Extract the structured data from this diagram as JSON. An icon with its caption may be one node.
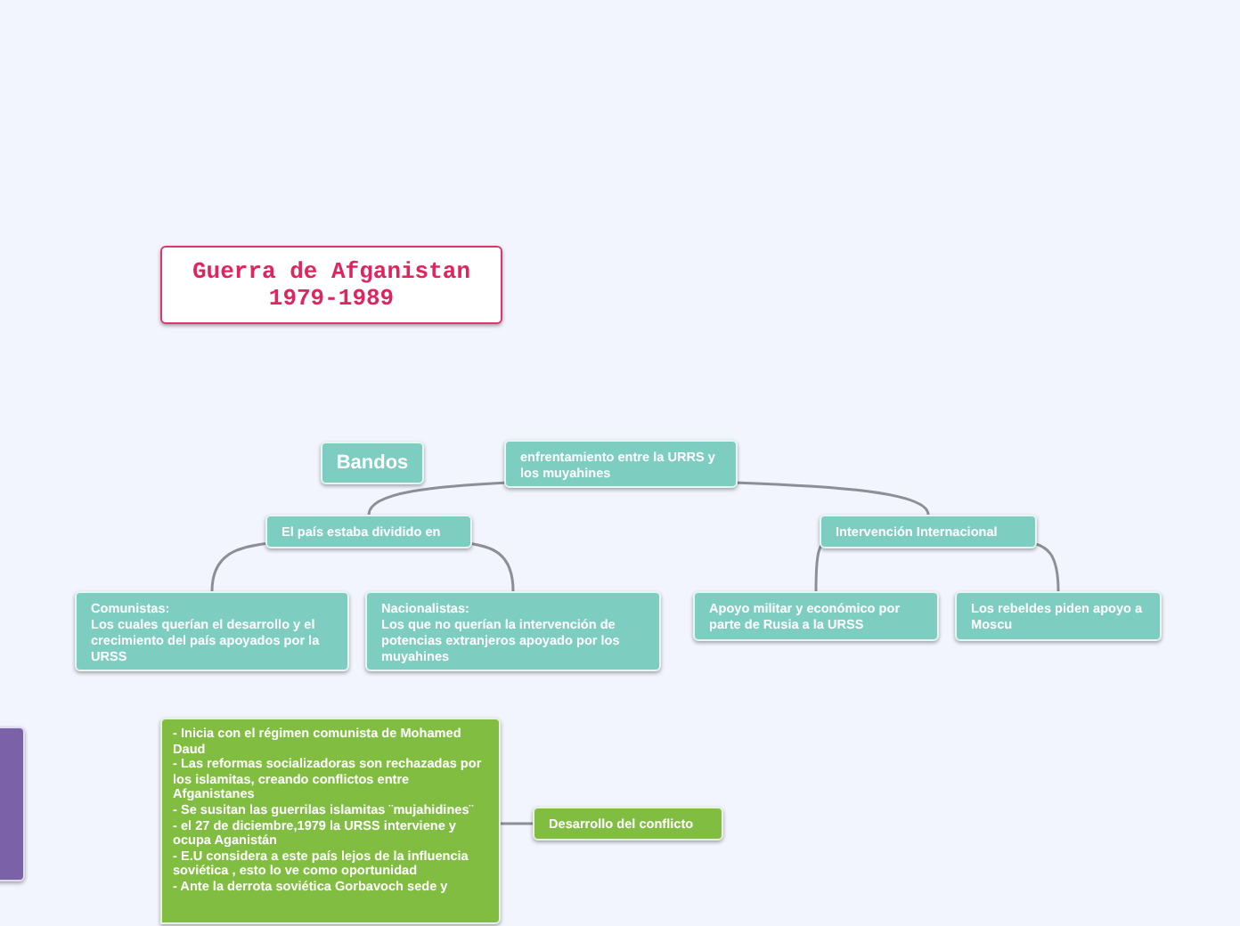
{
  "diagram": {
    "nodes": [
      {
        "text": [
          "Guerra de Afganistan 1979-1989"
        ]
      },
      {
        "text": [
          "Bandos"
        ]
      },
      {
        "text": [
          "enfrentamiento entre la URRS y los muyahines"
        ]
      },
      {
        "text": [
          "El país estaba dividido en"
        ]
      },
      {
        "text": [
          "Intervención Internacional"
        ]
      },
      {
        "text": [
          "Comunistas:",
          "Los cuales querían el desarrollo y el crecimiento del país apoyados por la URSS"
        ]
      },
      {
        "text": [
          "Nacionalistas:",
          "Los que no querían la intervención de potencias extranjeros apoyado por los muyahines"
        ]
      },
      {
        "text": [
          "Apoyo militar y económico por parte de Rusia a la URSS"
        ]
      },
      {
        "text": [
          "Los rebeldes piden apoyo a Moscu"
        ]
      },
      {
        "text": [],
        "shape": "box"
      },
      {
        "text": [
          "- Inicia con el régimen comunista de Mohamed Daud",
          "- Las reformas socializadoras son rechazadas por los islamitas, creando conflictos entre Afganistanes",
          "- Se susitan las guerrilas islamitas ¨mujahidines¨",
          "- el 27 de diciembre,1979 la URSS interviene y ocupa Aganistán",
          "- E.U considera a este país lejos de la influencia soviética , esto lo ve como oportunidad",
          "- Ante la derrota soviética Gorbavoch sede y"
        ]
      },
      {
        "text": [
          "Desarrollo del conflicto"
        ]
      }
    ],
    "edges": [
      {
        "from": 2,
        "to": 3,
        "arrow": "none"
      },
      {
        "from": 2,
        "to": 4,
        "arrow": "none"
      },
      {
        "from": 3,
        "to": 5,
        "arrow": "none"
      },
      {
        "from": 3,
        "to": 6,
        "arrow": "none"
      },
      {
        "from": 4,
        "to": 7,
        "arrow": "none"
      },
      {
        "from": 4,
        "to": 8,
        "arrow": "none"
      },
      {
        "from": 11,
        "to": 10,
        "arrow": "none"
      }
    ]
  }
}
